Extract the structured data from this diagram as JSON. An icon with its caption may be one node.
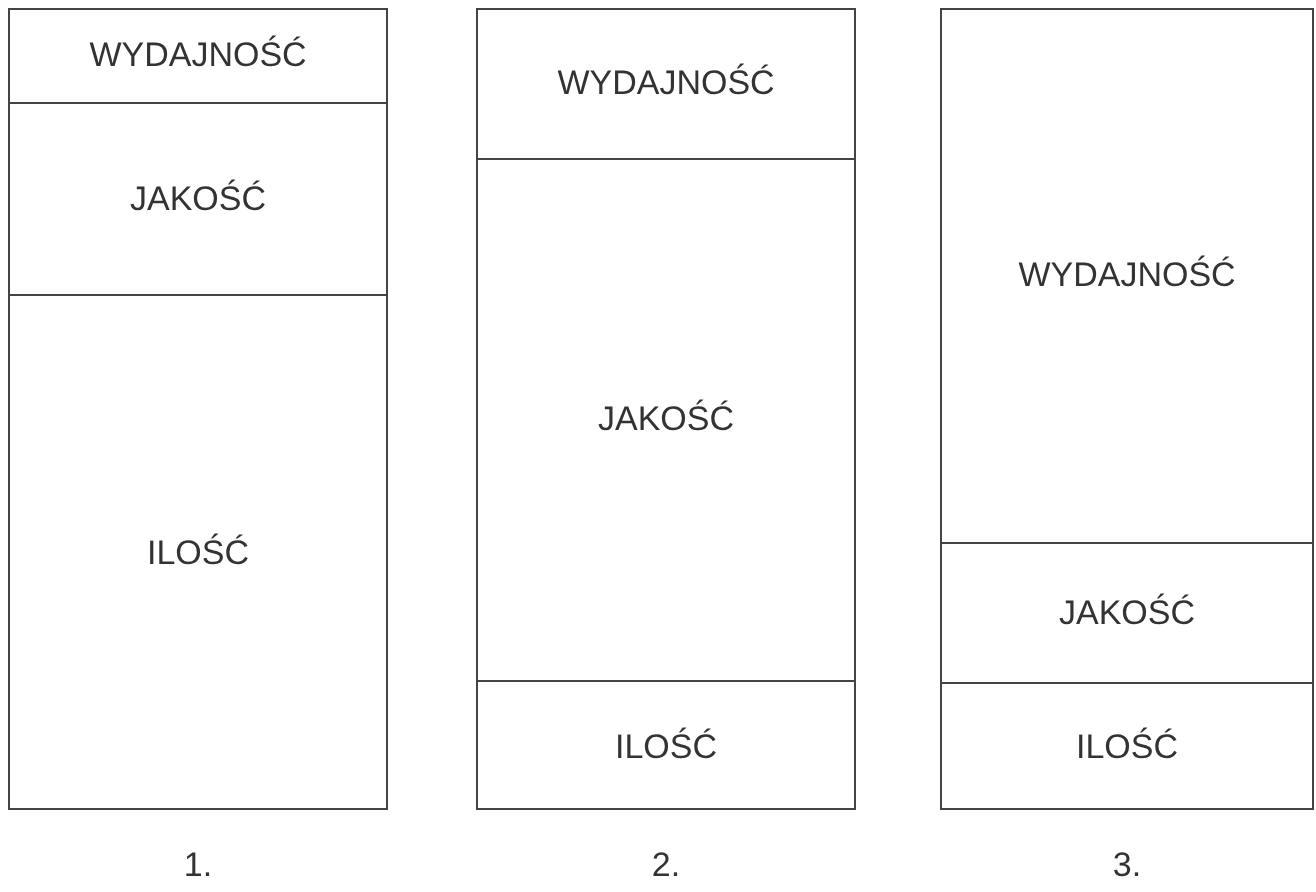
{
  "diagram": {
    "nodes": [
      {
        "text": [],
        "shape": "box",
        "beside": [
          "1."
        ]
      },
      {
        "text": [
          "WYDAJNOŚĆ"
        ],
        "in": 0
      },
      {
        "text": [
          "JAKOŚĆ"
        ],
        "in": 0
      },
      {
        "text": [
          "ILOŚĆ"
        ],
        "in": 0
      },
      {
        "text": [],
        "shape": "box",
        "beside": [
          "2."
        ]
      },
      {
        "text": [
          "WYDAJNOŚĆ"
        ],
        "in": 4
      },
      {
        "text": [
          "JAKOŚĆ"
        ],
        "in": 4
      },
      {
        "text": [
          "ILOŚĆ"
        ],
        "in": 4
      },
      {
        "text": [],
        "shape": "box",
        "beside": [
          "3."
        ]
      },
      {
        "text": [
          "WYDAJNOŚĆ"
        ],
        "in": 8
      },
      {
        "text": [
          "JAKOŚĆ"
        ],
        "in": 8
      },
      {
        "text": [
          "ILOŚĆ"
        ],
        "in": 8
      }
    ]
  }
}
